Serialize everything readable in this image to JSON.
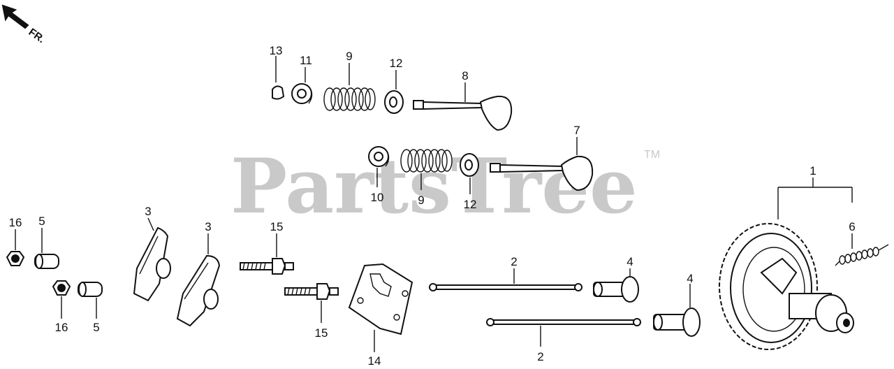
{
  "watermark": {
    "text": "PartsTree",
    "trademark": "TM"
  },
  "direction_label": "FR.",
  "callouts": {
    "c13": "13",
    "c11": "11",
    "c9a": "9",
    "c12a": "12",
    "c8": "8",
    "c7": "7",
    "c10": "10",
    "c9b": "9",
    "c12b": "12",
    "c1": "1",
    "c16a": "16",
    "c5a": "5",
    "c3a": "3",
    "c3b": "3",
    "c15a": "15",
    "c2a": "2",
    "c4a": "4",
    "c6": "6",
    "c16b": "16",
    "c5b": "5",
    "c15b": "15",
    "c14": "14",
    "c2b": "2",
    "c4b": "4"
  }
}
